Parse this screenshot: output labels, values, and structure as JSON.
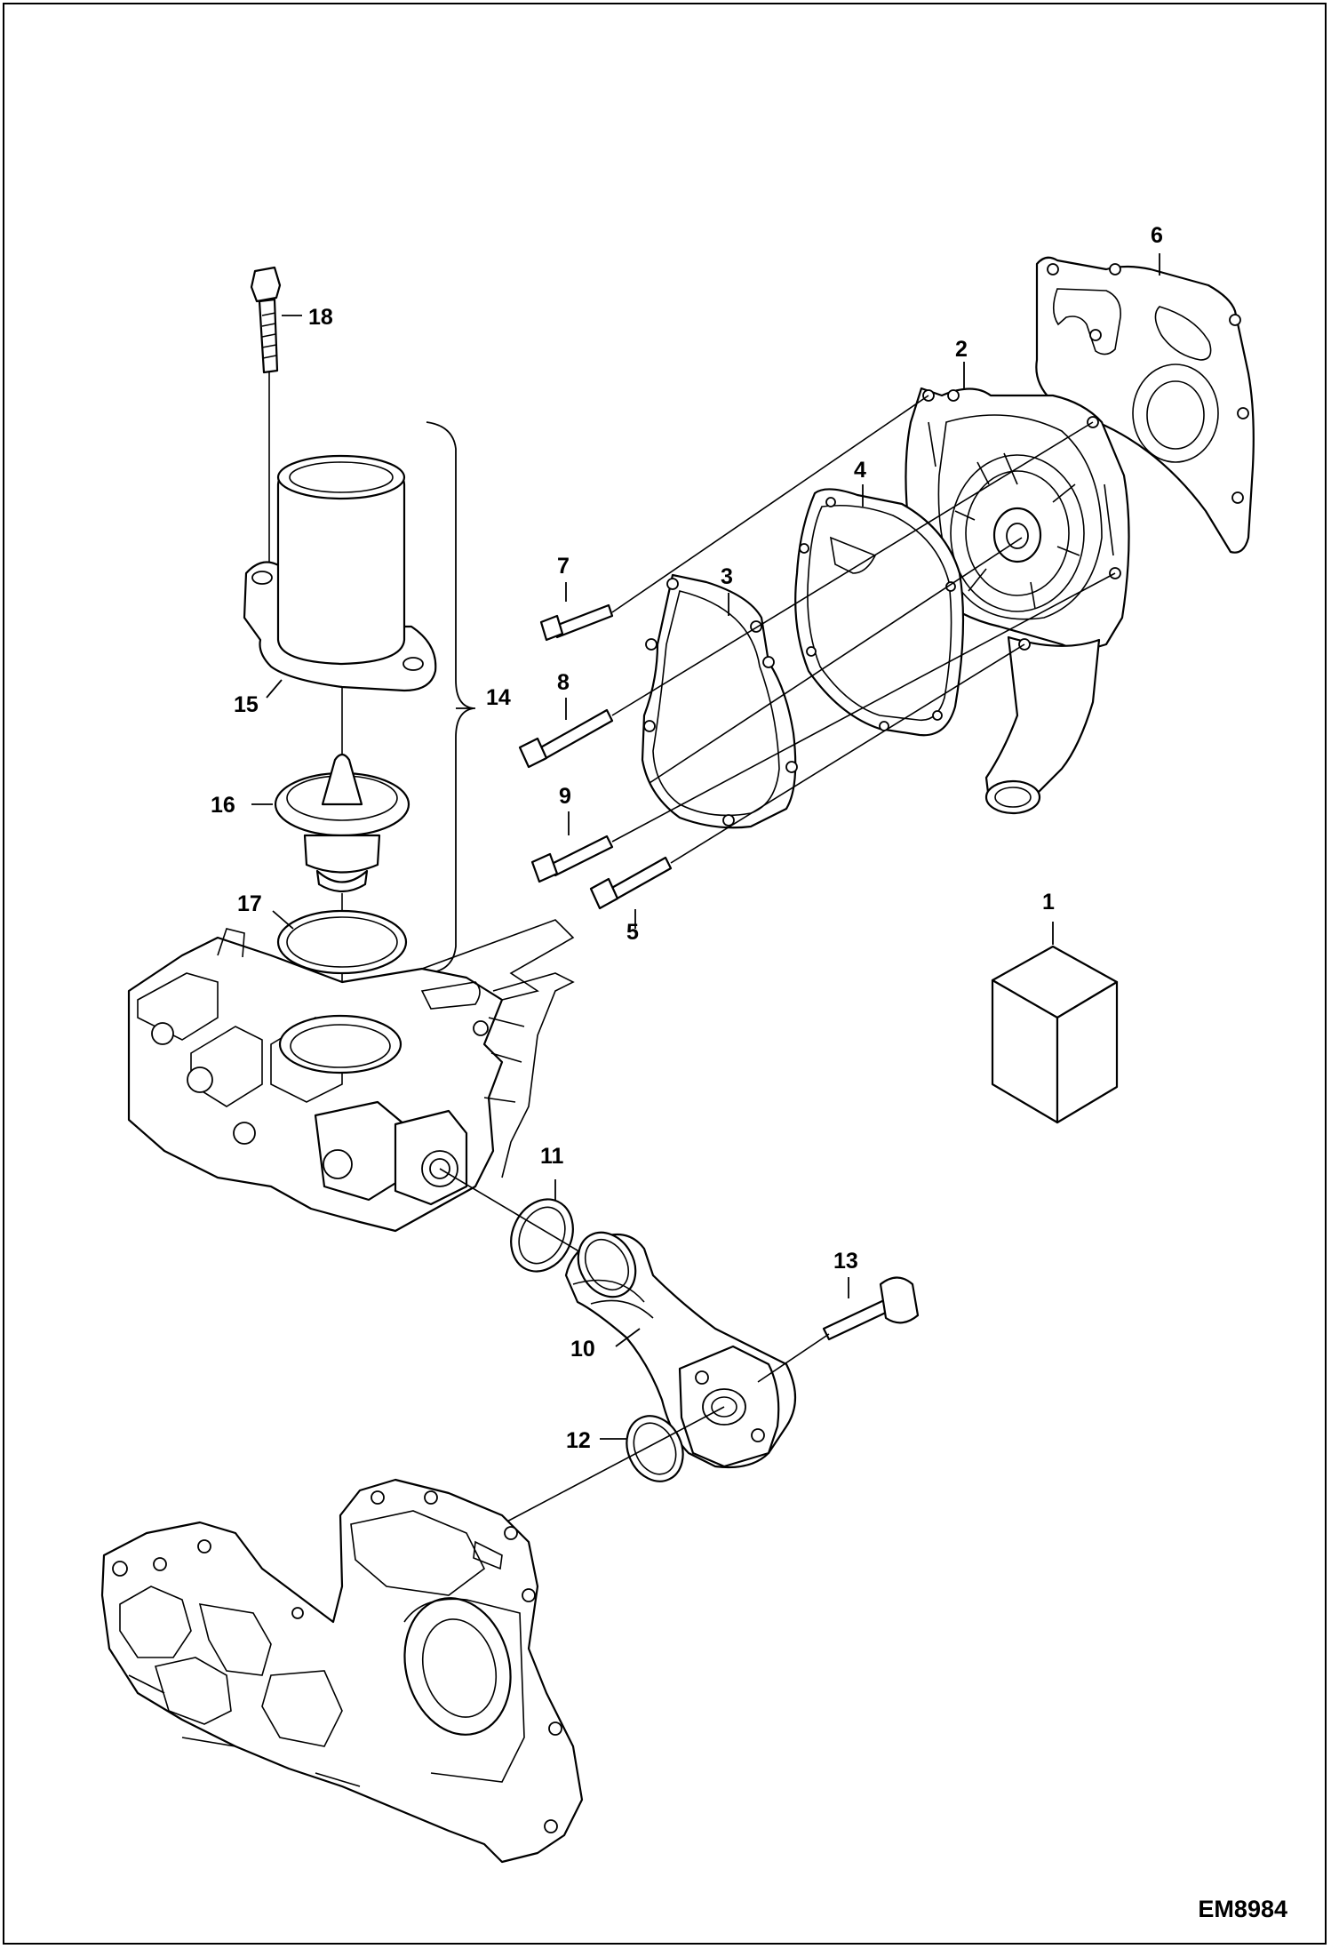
{
  "diagram": {
    "drawing_code": "EM8984",
    "callouts": [
      {
        "id": "c1",
        "label": "1",
        "part": "service-kit-box"
      },
      {
        "id": "c2",
        "label": "2",
        "part": "water-pump"
      },
      {
        "id": "c3",
        "label": "3",
        "part": "pump-cover-plate"
      },
      {
        "id": "c4",
        "label": "4",
        "part": "pump-gasket"
      },
      {
        "id": "c5",
        "label": "5",
        "part": "bolt"
      },
      {
        "id": "c6",
        "label": "6",
        "part": "rear-gasket"
      },
      {
        "id": "c7",
        "label": "7",
        "part": "bolt"
      },
      {
        "id": "c8",
        "label": "8",
        "part": "bolt"
      },
      {
        "id": "c9",
        "label": "9",
        "part": "bolt"
      },
      {
        "id": "c10",
        "label": "10",
        "part": "coolant-pipe"
      },
      {
        "id": "c11",
        "label": "11",
        "part": "o-ring"
      },
      {
        "id": "c12",
        "label": "12",
        "part": "o-ring"
      },
      {
        "id": "c13",
        "label": "13",
        "part": "bolt"
      },
      {
        "id": "c14",
        "label": "14",
        "part": "thermostat-assembly-bracket"
      },
      {
        "id": "c15",
        "label": "15",
        "part": "thermostat-housing"
      },
      {
        "id": "c16",
        "label": "16",
        "part": "thermostat"
      },
      {
        "id": "c17",
        "label": "17",
        "part": "o-ring"
      },
      {
        "id": "c18",
        "label": "18",
        "part": "bolt"
      }
    ]
  }
}
